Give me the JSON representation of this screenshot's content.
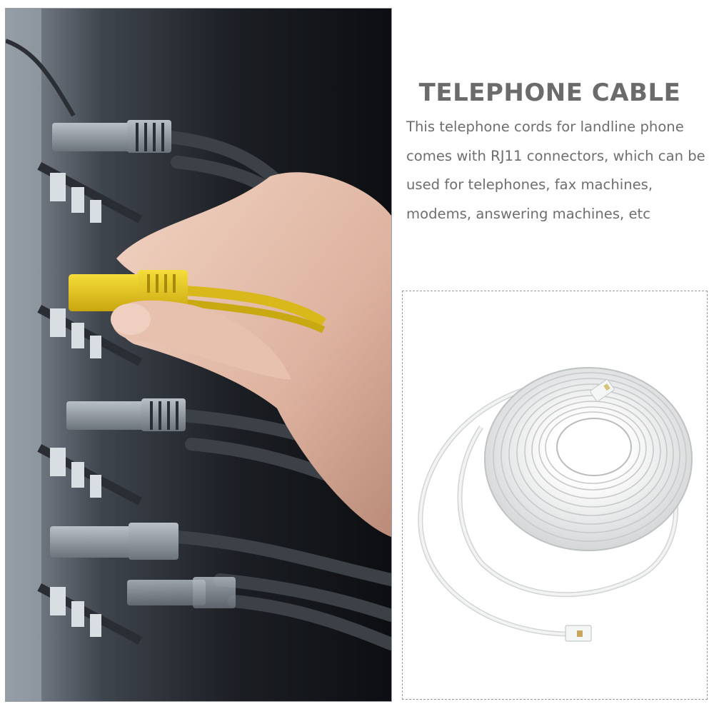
{
  "product": {
    "title": "TELEPHONE CABLE",
    "description": "This telephone cords for landline phone comes with RJ11 connectors, which can be used for telephones, fax machines, modems, answering machines, etc"
  },
  "images": {
    "lifestyle_photo": "hand plugging yellow network cable into patch panel",
    "product_photo": "coiled white telephone cable with RJ11 connectors"
  },
  "colors": {
    "heading": "#6b6b6b",
    "body_text": "#6e6e6e",
    "accent_cable": "#e3c51e",
    "product_cable": "#e9eaea"
  }
}
